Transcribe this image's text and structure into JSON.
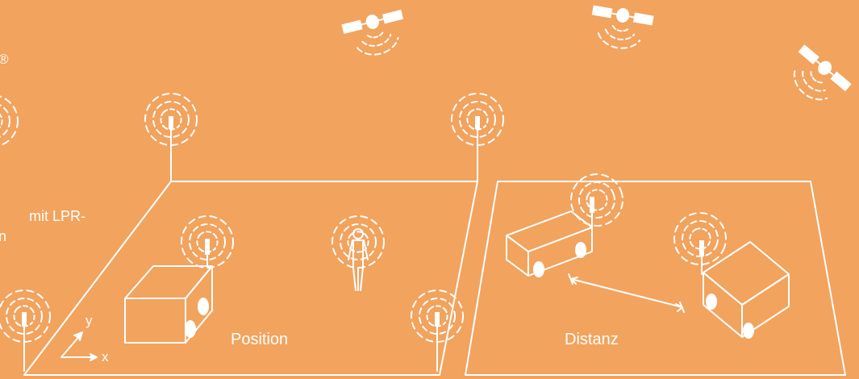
{
  "colors": {
    "background": "#F2A35E",
    "stroke": "#FFFFFF"
  },
  "left_text": {
    "registered_mark": "®",
    "line1": "mit LPR-",
    "line2": "n"
  },
  "axes": {
    "x_label": "x",
    "y_label": "y"
  },
  "panels": {
    "position_label": "Position",
    "distance_label": "Distanz"
  },
  "icons": [
    "satellite-icon",
    "antenna-icon",
    "person-icon",
    "vehicle-icon",
    "double-arrow-icon"
  ]
}
